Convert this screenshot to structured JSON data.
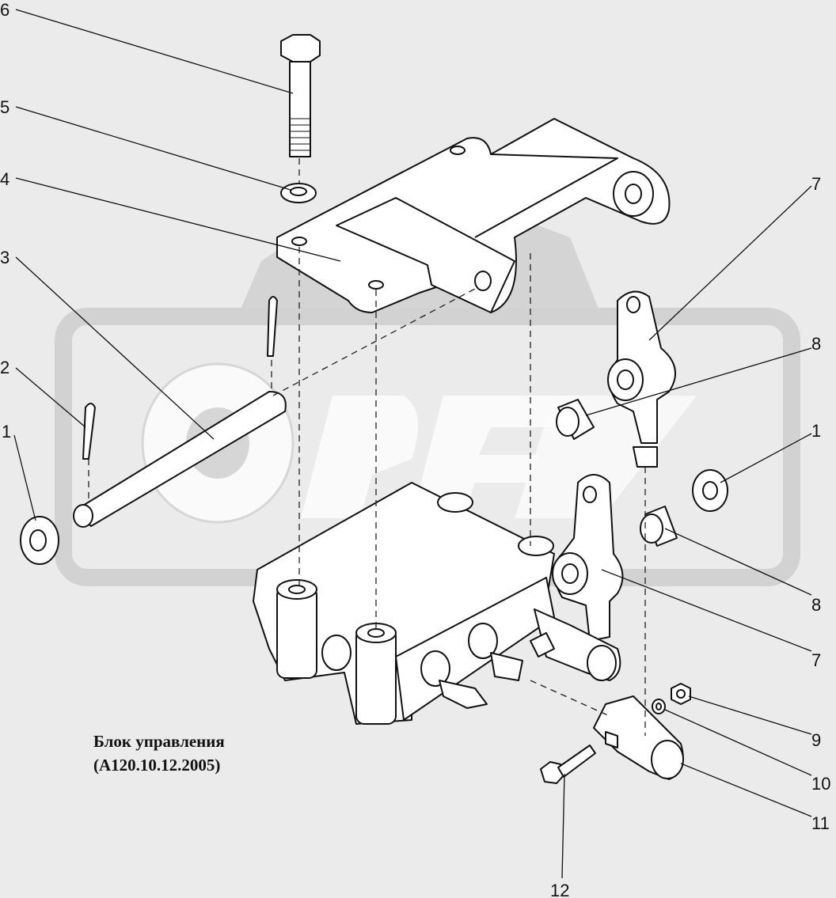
{
  "diagram": {
    "watermark": "OPEZ",
    "caption": {
      "line1": "Блок управления",
      "line2": "(А120.10.12.2005)"
    },
    "callouts": [
      {
        "id": "c1a",
        "text": "1"
      },
      {
        "id": "c2",
        "text": "2"
      },
      {
        "id": "c3",
        "text": "3"
      },
      {
        "id": "c4",
        "text": "4"
      },
      {
        "id": "c5",
        "text": "5"
      },
      {
        "id": "c6",
        "text": "6"
      },
      {
        "id": "c7a",
        "text": "7"
      },
      {
        "id": "c8a",
        "text": "8"
      },
      {
        "id": "c1b",
        "text": "1"
      },
      {
        "id": "c8b",
        "text": "8"
      },
      {
        "id": "c7b",
        "text": "7"
      },
      {
        "id": "c9",
        "text": "9"
      },
      {
        "id": "c10",
        "text": "10"
      },
      {
        "id": "c11",
        "text": "11"
      },
      {
        "id": "c12",
        "text": "12"
      }
    ]
  }
}
